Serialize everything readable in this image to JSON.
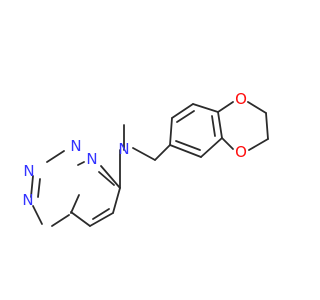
{
  "colors": {
    "bond": "#2b2b2b",
    "nitrogen": "#3333ff",
    "oxygen": "#ff0d0d",
    "background": "#ffffff"
  },
  "atoms": {
    "n_triazole_top": "N",
    "n_triazole_left_1": "N",
    "n_triazole_left_2": "N",
    "n_pyridazine": "N",
    "n_amine": "N",
    "o_top": "O",
    "o_bottom": "O"
  }
}
